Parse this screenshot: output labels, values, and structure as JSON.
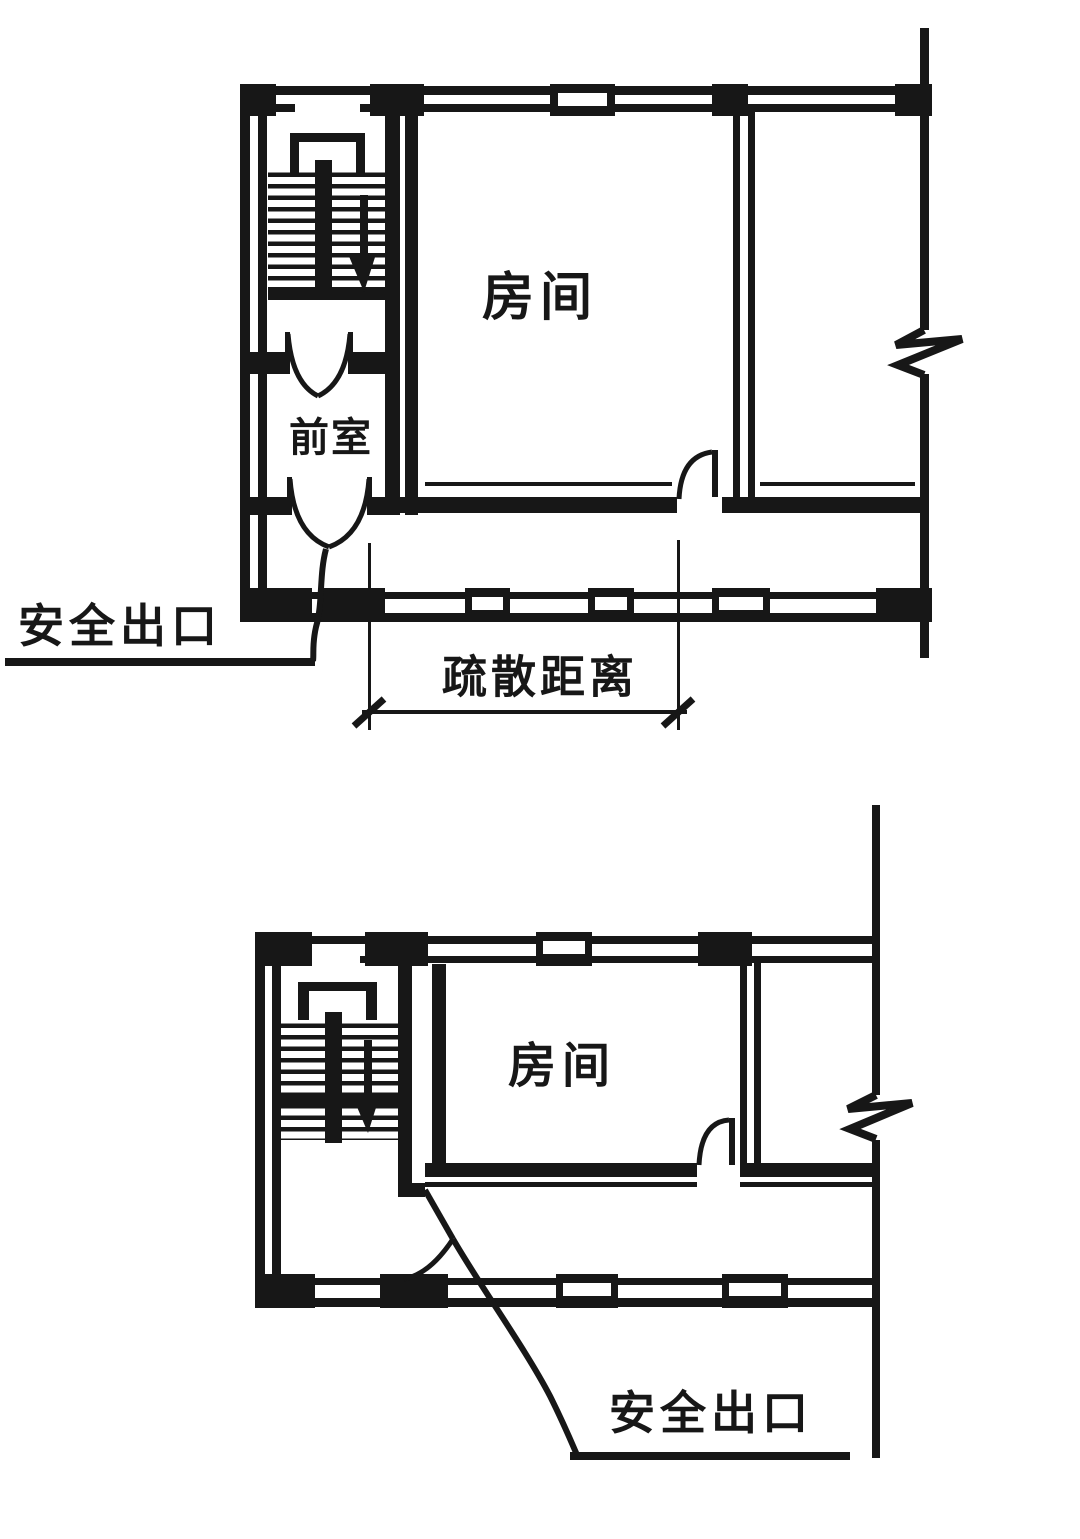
{
  "meta": {
    "background": "#ffffff",
    "ink": "#171717"
  },
  "top_plan": {
    "room_label": "房间",
    "vestibule_label": "前室",
    "exit_label": "安全出口",
    "dimension_label": "疏散距离"
  },
  "bottom_plan": {
    "room_label": "房间",
    "exit_label": "安全出口"
  }
}
